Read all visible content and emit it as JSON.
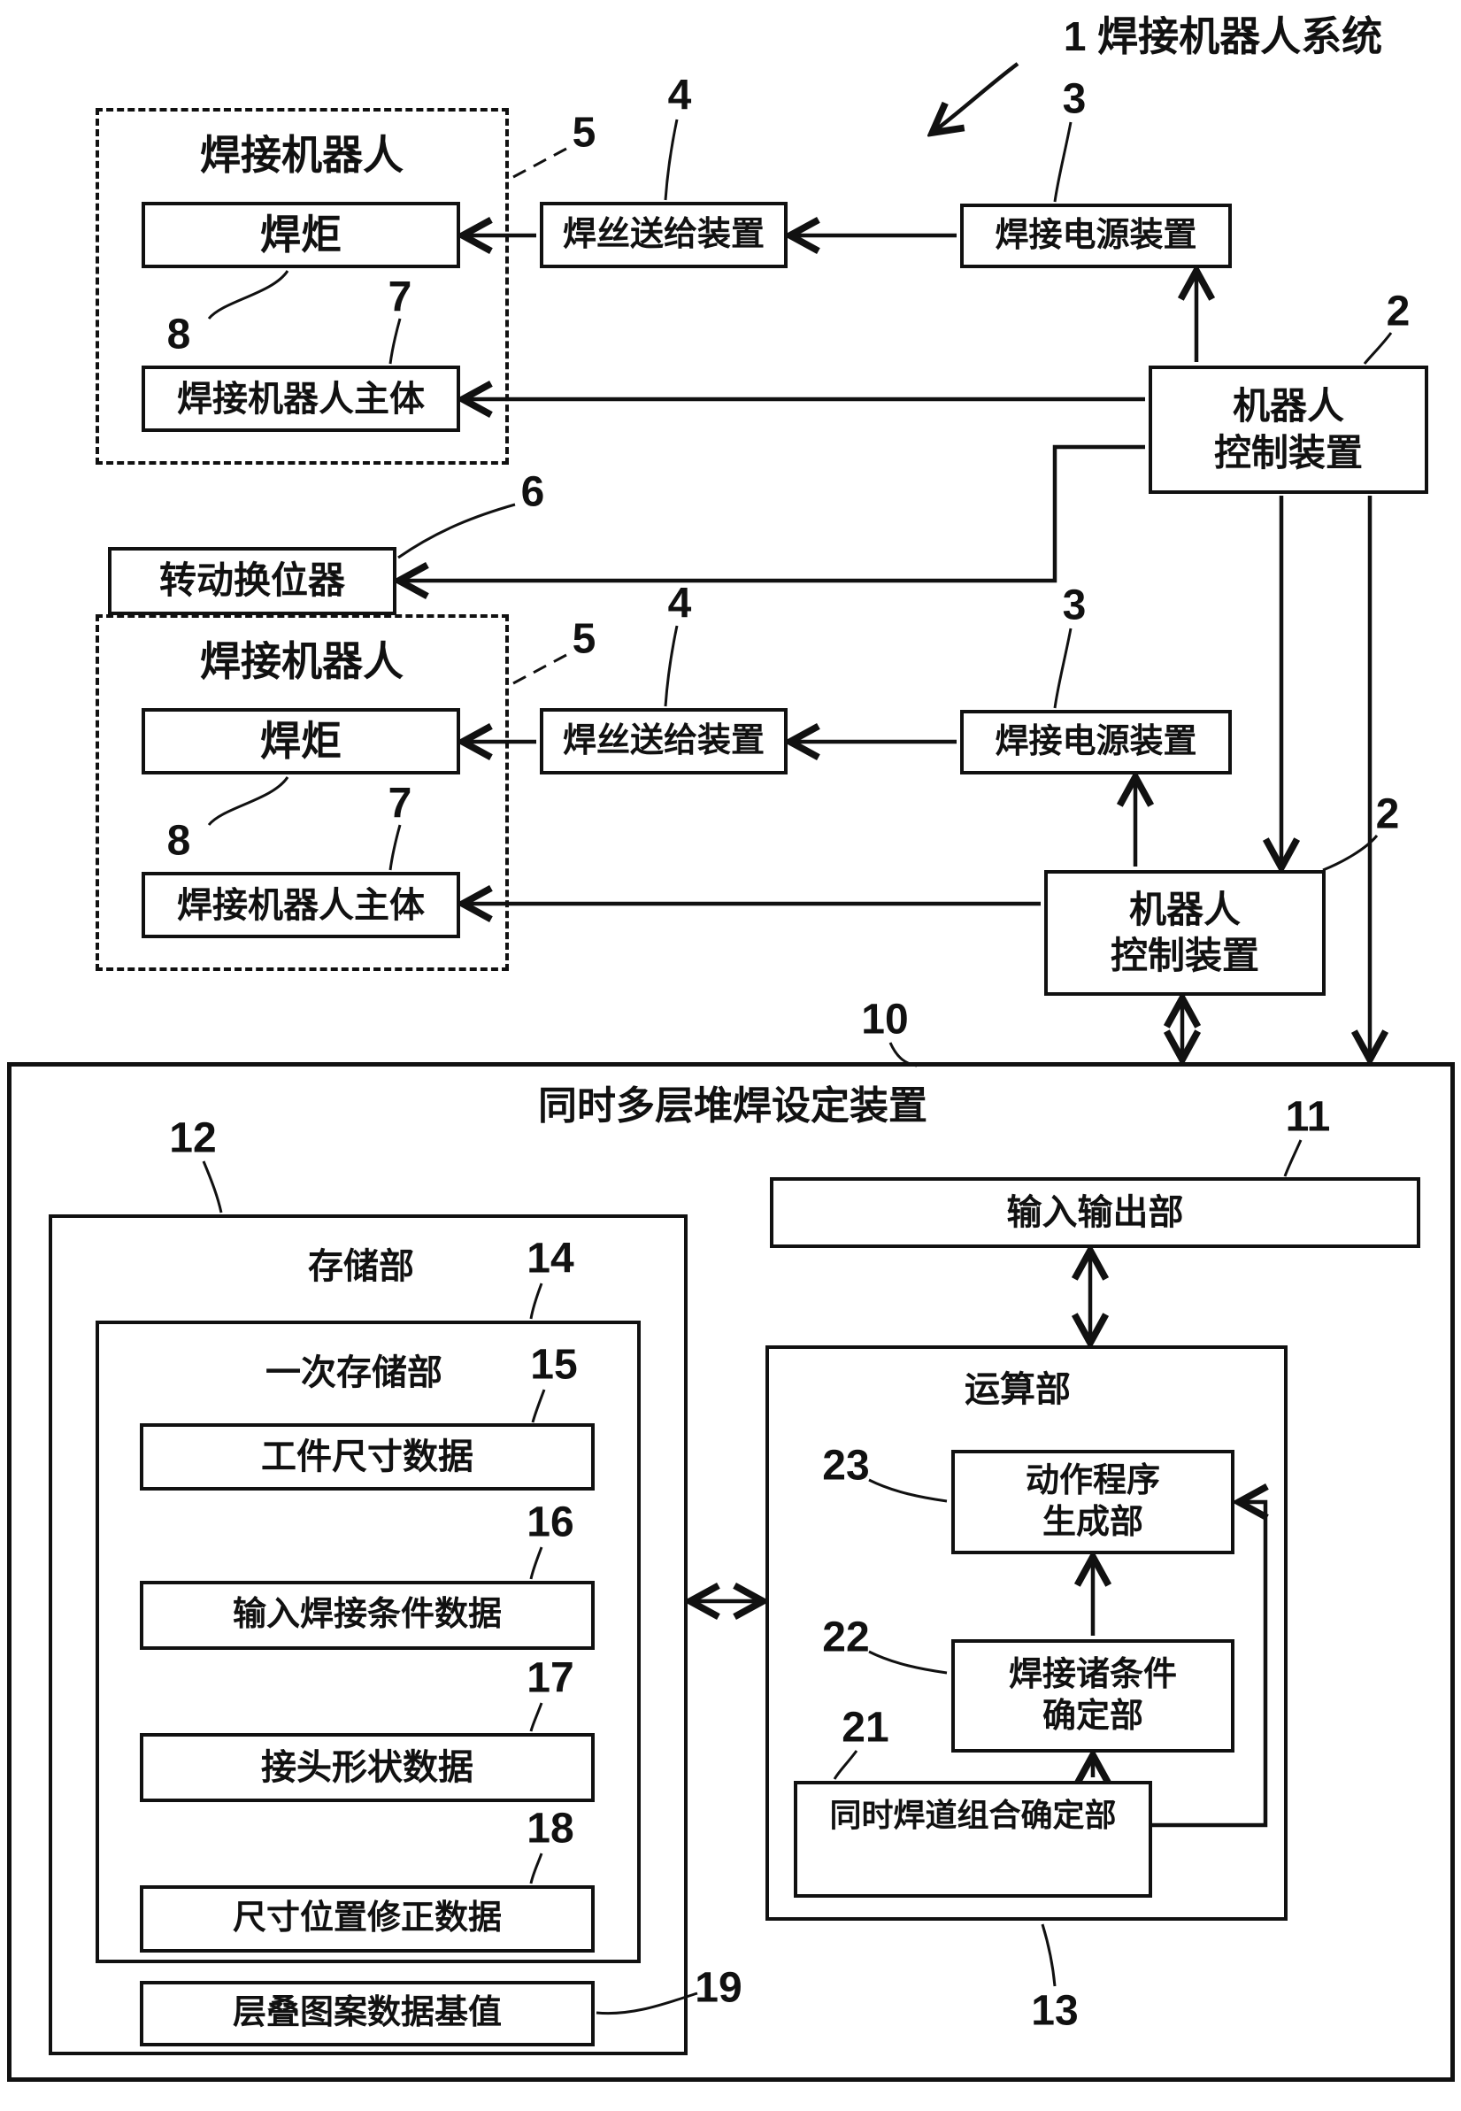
{
  "figure_title": "1 焊接机器人系统",
  "labels": {
    "welding_robot": "焊接机器人",
    "torch": "焊炬",
    "robot_body": "焊接机器人主体",
    "wire_feeder": "焊丝送给装置",
    "power_source": "焊接电源装置",
    "robot_controller_line1": "机器人",
    "robot_controller_line2": "控制装置",
    "positioner": "转动换位器",
    "setting_device": "同时多层堆焊设定装置",
    "storage_unit": "存储部",
    "primary_storage": "一次存储部",
    "workpiece_size_data": "工件尺寸数据",
    "input_welding_condition_data": "输入焊接条件数据",
    "joint_shape_data": "接头形状数据",
    "size_position_correction_data": "尺寸位置修正数据",
    "stack_pattern_base_data": "层叠图案数据基值",
    "io_unit": "输入输出部",
    "calc_unit": "运算部",
    "program_generator_line1": "动作程序",
    "program_generator_line2": "生成部",
    "condition_determiner_line1": "焊接诸条件",
    "condition_determiner_line2": "确定部",
    "pass_combination_determiner": "同时焊道组合确定部"
  },
  "numbers": {
    "n2": "2",
    "n3": "3",
    "n4": "4",
    "n5": "5",
    "n6": "6",
    "n7": "7",
    "n8": "8",
    "n10": "10",
    "n11": "11",
    "n12": "12",
    "n13": "13",
    "n14": "14",
    "n15": "15",
    "n16": "16",
    "n17": "17",
    "n18": "18",
    "n19": "19",
    "n21": "21",
    "n22": "22",
    "n23": "23"
  },
  "colors": {
    "ink": "#111111",
    "background": "#ffffff"
  }
}
